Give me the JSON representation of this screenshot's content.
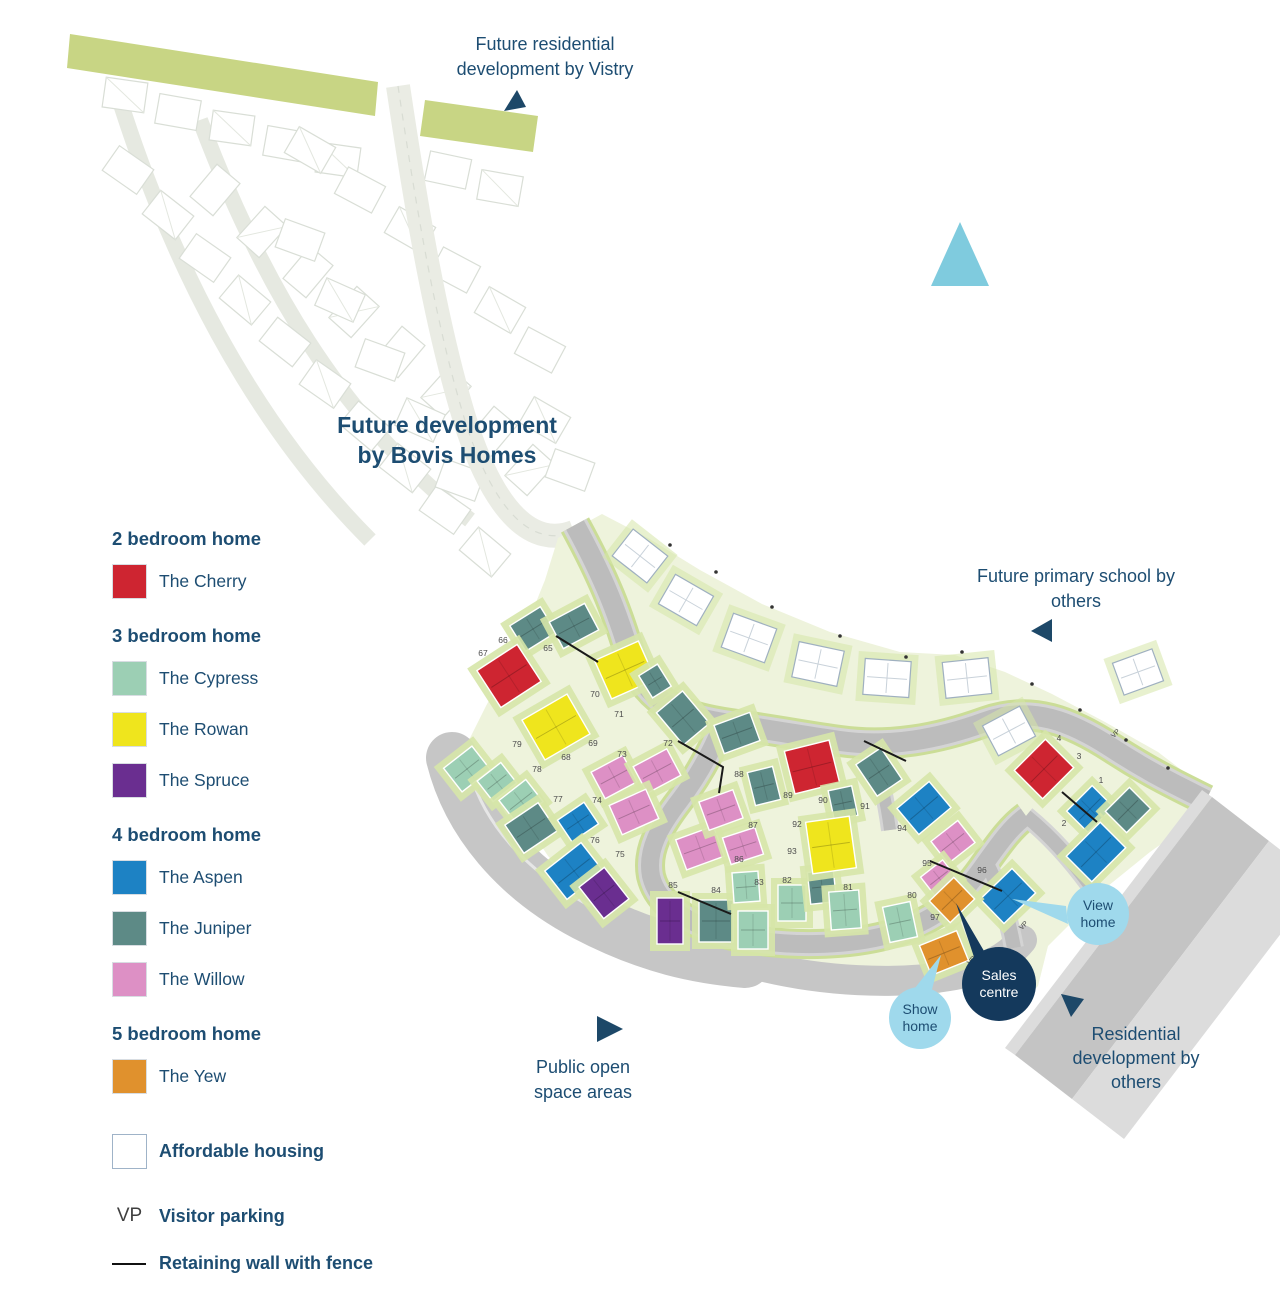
{
  "annotations": {
    "vistry": "Future residential development by Vistry",
    "bovis": "Future development by Bovis Homes",
    "school": "Future primary school by others",
    "open_space": "Public open space areas",
    "others": "Residential development by others"
  },
  "callouts": {
    "show_home": "Show home",
    "sales_centre": "Sales centre",
    "view_home": "View home"
  },
  "legend": {
    "sections": [
      {
        "heading": "2 bedroom home",
        "items": [
          {
            "name": "The Cherry",
            "type": "cherry"
          }
        ]
      },
      {
        "heading": "3 bedroom home",
        "items": [
          {
            "name": "The Cypress",
            "type": "cypress"
          },
          {
            "name": "The Rowan",
            "type": "rowan"
          },
          {
            "name": "The Spruce",
            "type": "spruce"
          }
        ]
      },
      {
        "heading": "4 bedroom home",
        "items": [
          {
            "name": "The Aspen",
            "type": "aspen"
          },
          {
            "name": "The Juniper",
            "type": "juniper"
          },
          {
            "name": "The Willow",
            "type": "willow"
          }
        ]
      },
      {
        "heading": "5 bedroom home",
        "items": [
          {
            "name": "The Yew",
            "type": "yew"
          }
        ]
      }
    ],
    "affordable_label": "Affordable housing",
    "vp_symbol": "VP",
    "vp_label": "Visitor parking",
    "wall_label": "Retaining wall with fence"
  },
  "colors": {
    "cherry": "#ce2531",
    "cypress": "#9ccfb4",
    "rowan": "#efe51d",
    "spruce": "#6a2e90",
    "aspen": "#1d82c4",
    "juniper": "#5d8a86",
    "willow": "#dd90c5",
    "yew": "#e0912d",
    "affordable": "#ffffff",
    "navy": "#1d4d72",
    "bubble_light": "#9fd9ec",
    "bubble_dark": "#14395c",
    "north_triangle": "#7fcbde",
    "vistry_strip": "#c8d584",
    "site_base": "#eef3dc",
    "garden": "#d6e5a8",
    "road": "#bcbcbc"
  },
  "map": {
    "houses": [
      [
        "affordable",
        640,
        556,
        44,
        34,
        38
      ],
      [
        "affordable",
        686,
        600,
        44,
        34,
        30
      ],
      [
        "affordable",
        749,
        638,
        46,
        36,
        20
      ],
      [
        "affordable",
        818,
        664,
        46,
        36,
        12
      ],
      [
        "affordable",
        887,
        678,
        46,
        36,
        4
      ],
      [
        "affordable",
        967,
        678,
        46,
        36,
        -6
      ],
      [
        "affordable",
        1009,
        731,
        42,
        34,
        -28
      ],
      [
        "affordable",
        1138,
        672,
        42,
        34,
        -20
      ],
      [
        "juniper",
        533,
        629,
        36,
        30,
        -32
      ],
      [
        "juniper",
        574,
        626,
        40,
        30,
        -28
      ],
      [
        "cherry",
        509,
        676,
        48,
        44,
        -33
      ],
      [
        "rowan",
        625,
        670,
        48,
        42,
        -24
      ],
      [
        "rowan",
        556,
        727,
        52,
        46,
        -30
      ],
      [
        "juniper",
        655,
        681,
        22,
        26,
        -32
      ],
      [
        "juniper",
        683,
        718,
        34,
        42,
        -40
      ],
      [
        "willow",
        614,
        777,
        36,
        30,
        -28
      ],
      [
        "willow",
        657,
        771,
        38,
        30,
        -28
      ],
      [
        "willow",
        634,
        812,
        40,
        32,
        -24
      ],
      [
        "willow",
        700,
        848,
        40,
        32,
        -20
      ],
      [
        "willow",
        743,
        846,
        34,
        28,
        -18
      ],
      [
        "willow",
        721,
        810,
        36,
        30,
        -20
      ],
      [
        "cypress",
        467,
        769,
        36,
        30,
        -38
      ],
      [
        "cypress",
        497,
        782,
        30,
        26,
        -38
      ],
      [
        "cypress",
        521,
        801,
        34,
        28,
        -38
      ],
      [
        "juniper",
        531,
        828,
        40,
        34,
        -34
      ],
      [
        "aspen",
        578,
        822,
        32,
        26,
        -34
      ],
      [
        "aspen",
        574,
        871,
        46,
        36,
        -38
      ],
      [
        "spruce",
        604,
        893,
        32,
        40,
        -38
      ],
      [
        "spruce",
        670,
        921,
        26,
        46,
        0
      ],
      [
        "juniper",
        716,
        921,
        34,
        42,
        0
      ],
      [
        "cypress",
        753,
        930,
        30,
        38,
        0
      ],
      [
        "cypress",
        746,
        887,
        26,
        30,
        -4
      ],
      [
        "cypress",
        792,
        903,
        28,
        36,
        0
      ],
      [
        "juniper",
        822,
        887,
        26,
        32,
        -6
      ],
      [
        "cypress",
        845,
        910,
        30,
        38,
        -4
      ],
      [
        "cypress",
        900,
        922,
        28,
        36,
        -12
      ],
      [
        "juniper",
        737,
        733,
        38,
        30,
        -20
      ],
      [
        "juniper",
        764,
        786,
        26,
        34,
        -14
      ],
      [
        "cherry",
        812,
        767,
        46,
        44,
        -14
      ],
      [
        "juniper",
        843,
        803,
        24,
        30,
        -12
      ],
      [
        "juniper",
        879,
        772,
        30,
        38,
        -34
      ],
      [
        "rowan",
        831,
        845,
        44,
        52,
        -8
      ],
      [
        "aspen",
        924,
        808,
        42,
        34,
        -40
      ],
      [
        "willow",
        953,
        842,
        34,
        28,
        -38
      ],
      [
        "willow",
        939,
        878,
        28,
        24,
        -38
      ],
      [
        "aspen",
        1008,
        896,
        44,
        34,
        -44
      ],
      [
        "yew",
        952,
        900,
        34,
        30,
        -44
      ],
      [
        "yew",
        944,
        953,
        40,
        32,
        -22
      ],
      [
        "cherry",
        1044,
        769,
        44,
        40,
        -45
      ],
      [
        "aspen",
        1090,
        809,
        36,
        30,
        -45
      ],
      [
        "juniper",
        1128,
        810,
        34,
        30,
        -45
      ],
      [
        "aspen",
        1096,
        852,
        48,
        36,
        -45
      ]
    ],
    "plots": [
      [
        "1",
        1101,
        783
      ],
      [
        "2",
        1064,
        826
      ],
      [
        "3",
        1079,
        759
      ],
      [
        "4",
        1059,
        741
      ],
      [
        "65",
        548,
        651
      ],
      [
        "66",
        503,
        643
      ],
      [
        "67",
        483,
        656
      ],
      [
        "68",
        566,
        760
      ],
      [
        "69",
        593,
        746
      ],
      [
        "70",
        595,
        697
      ],
      [
        "71",
        619,
        717
      ],
      [
        "72",
        668,
        746
      ],
      [
        "73",
        622,
        757
      ],
      [
        "74",
        597,
        803
      ],
      [
        "75",
        620,
        857
      ],
      [
        "76",
        595,
        843
      ],
      [
        "77",
        558,
        802
      ],
      [
        "78",
        537,
        772
      ],
      [
        "79",
        517,
        747
      ],
      [
        "80",
        912,
        898
      ],
      [
        "81",
        848,
        890
      ],
      [
        "82",
        787,
        883
      ],
      [
        "83",
        759,
        885
      ],
      [
        "84",
        716,
        893
      ],
      [
        "85",
        673,
        888
      ],
      [
        "86",
        739,
        862
      ],
      [
        "87",
        753,
        828
      ],
      [
        "88",
        739,
        777
      ],
      [
        "89",
        788,
        798
      ],
      [
        "90",
        823,
        803
      ],
      [
        "91",
        865,
        809
      ],
      [
        "92",
        797,
        827
      ],
      [
        "93",
        792,
        854
      ],
      [
        "94",
        902,
        831
      ],
      [
        "95",
        927,
        866
      ],
      [
        "96",
        982,
        873
      ],
      [
        "97",
        935,
        920
      ]
    ],
    "vp_markers": [
      [
        1117,
        735
      ],
      [
        1025,
        927
      ],
      [
        973,
        962
      ]
    ]
  }
}
